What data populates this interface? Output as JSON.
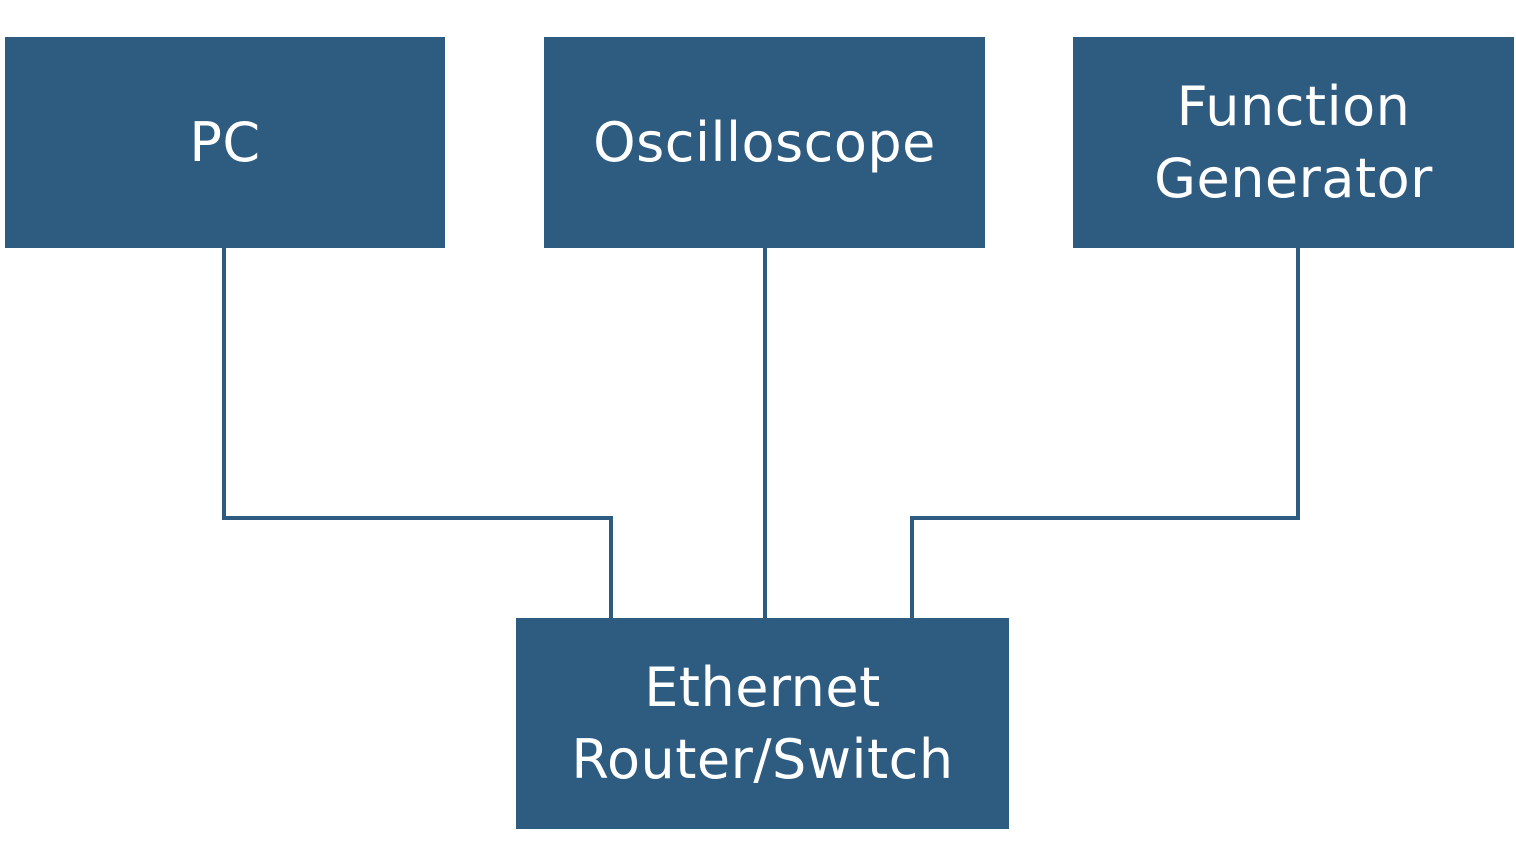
{
  "colors": {
    "box_fill": "#2e5b80",
    "line": "#2e5b80",
    "text": "#ffffff",
    "background": "#ffffff"
  },
  "nodes": {
    "pc": {
      "label": "PC"
    },
    "oscilloscope": {
      "label": "Oscilloscope"
    },
    "function_generator": {
      "label_line1": "Function",
      "label_line2": "Generator"
    },
    "router": {
      "label_line1": "Ethernet",
      "label_line2": "Router/Switch"
    }
  },
  "edges": [
    {
      "from": "pc",
      "to": "router"
    },
    {
      "from": "oscilloscope",
      "to": "router"
    },
    {
      "from": "function_generator",
      "to": "router"
    }
  ]
}
